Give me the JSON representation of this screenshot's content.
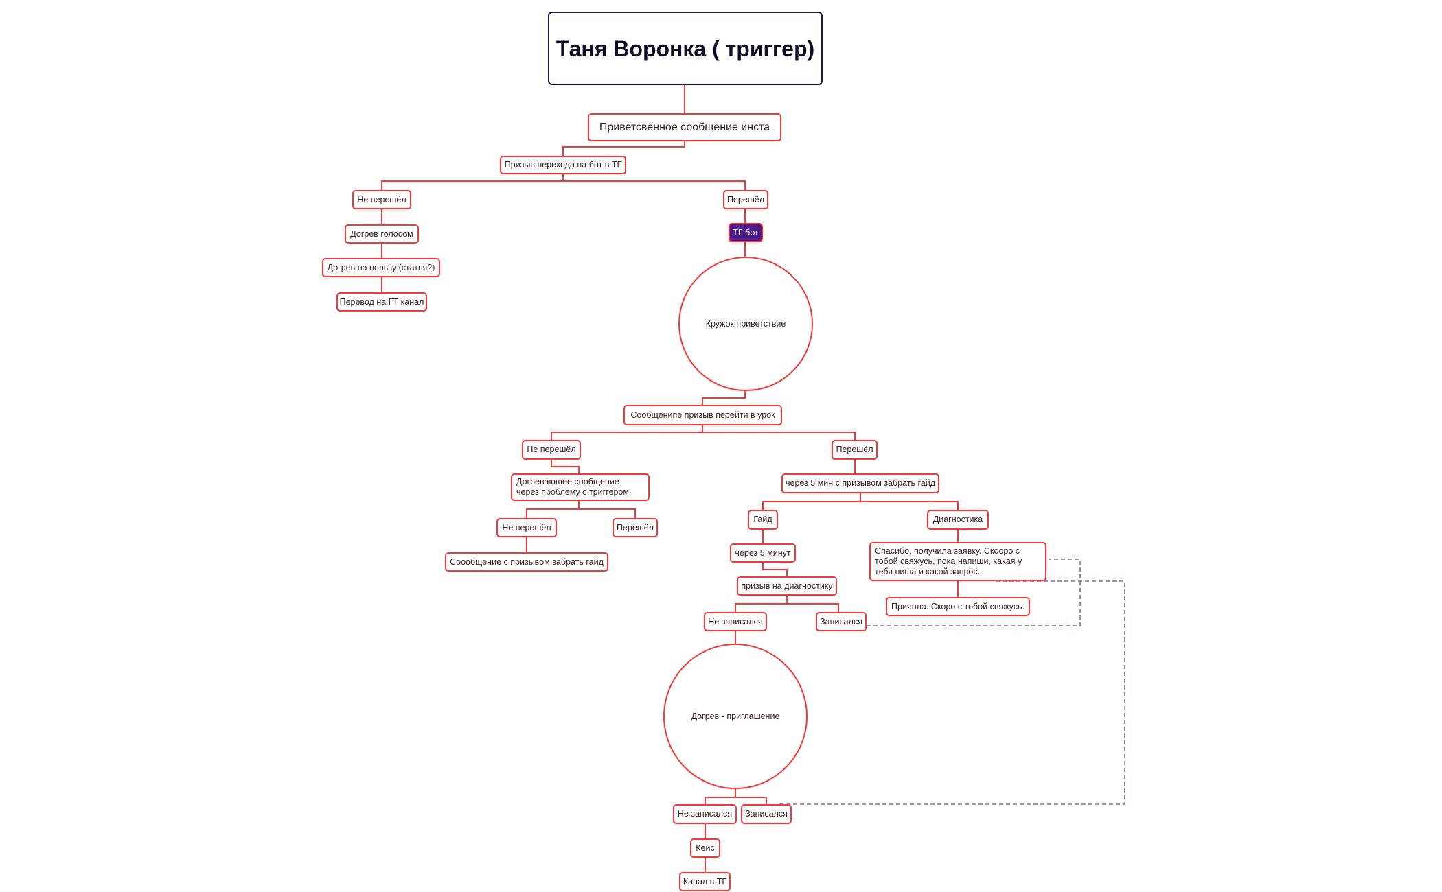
{
  "diagram": {
    "title": "Таня Воронка ( триггер)",
    "nodes": {
      "welcome": "Приветсвенное сообщение инста",
      "call_to_bot": "Призыв перехода на бот в ТГ",
      "not_moved_1": "Не перешёл",
      "moved_1": "Перешёл",
      "warmup_voice": "Догрев голосом",
      "warmup_benefit": "Догрев на пользу (статья?)",
      "transfer_channel": "Перевод на ГТ канал",
      "tg_bot": "ТГ бот",
      "circle_greeting": "Кружок приветствие",
      "lesson_call": "Сообщенипе призыв  перейти в урок",
      "not_moved_2": "Не перешёл",
      "moved_2": "Перешёл",
      "warmup_problem": "Догревающее сообщение через проблему с триггером",
      "not_moved_3": "Не перешёл",
      "moved_3": "Перешёл",
      "guide_message": "Соообщение с призывом забрать гайд",
      "after_5_min_guide": "через 5 мин с призывом забрать гайд",
      "guide": "Гайд",
      "diagnostics": "Диагностика",
      "after_5_minutes": "через 5 минут",
      "call_diagnostics": "призыв на диагностику",
      "not_signed_1": "Не записался",
      "signed_1": "Записался",
      "thanks_request": "Спасибо, получила заявку. Скооро с тобой свяжусь, пока напиши, какая у тебя ниша и какой запрос.",
      "accepted": "Приянла. Скоро с тобой свяжусь.",
      "circle_invite": "Догрев - приглашение",
      "not_signed_2": "Не записался",
      "signed_2": "Записался",
      "case": "Кейс",
      "tg_channel": "Канал в ТГ"
    }
  },
  "colors": {
    "node_border": "#ef3b3b",
    "connector": "#ef3b3b",
    "root_border": "#1d1b3a",
    "tg_bot_fill": "#4b1a8c",
    "dashed_link": "#7a6fa6"
  }
}
